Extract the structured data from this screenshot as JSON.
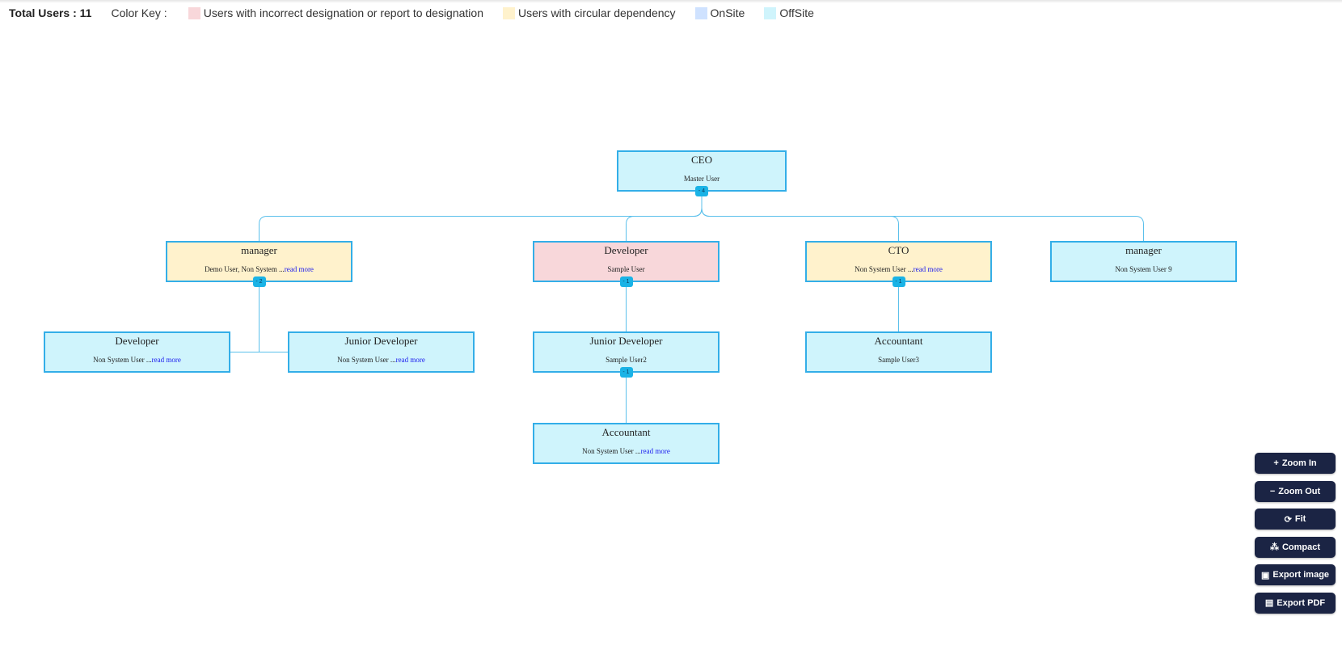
{
  "header": {
    "total_users": "Total Users : 11",
    "color_key_label": "Color Key :",
    "legend": [
      {
        "label": "Users with incorrect designation or report to designation",
        "color": "#f8d7da"
      },
      {
        "label": "Users with circular dependency",
        "color": "#fff2cc"
      },
      {
        "label": "OnSite",
        "color": "#cfe2ff"
      },
      {
        "label": "OffSite",
        "color": "#cff4fc"
      }
    ]
  },
  "colors": {
    "border": "#33aee8",
    "link": "#5bc0eb",
    "expand_button": "#1ab3e6",
    "control_button": "#1b2444"
  },
  "org_chart": {
    "nodes": [
      {
        "id": "ceo",
        "title": "CEO",
        "subtitle": "Master User",
        "read_more": "",
        "expand": "- 4",
        "status": "offsite"
      },
      {
        "id": "manager1",
        "title": "manager",
        "subtitle": "Demo User, Non System ...",
        "read_more": "read more",
        "expand": "- 2",
        "status": "circular"
      },
      {
        "id": "developer1",
        "title": "Developer",
        "subtitle": "Sample User",
        "read_more": "",
        "expand": "- 1",
        "status": "incorrect"
      },
      {
        "id": "cto",
        "title": "CTO",
        "subtitle": "Non System User ...",
        "read_more": "read more",
        "expand": "- 1",
        "status": "circular"
      },
      {
        "id": "manager2",
        "title": "manager",
        "subtitle": "Non System User 9",
        "read_more": "",
        "expand": "",
        "status": "offsite"
      },
      {
        "id": "developer2",
        "title": "Developer",
        "subtitle": "Non System User ...",
        "read_more": "read more",
        "expand": "",
        "status": "offsite"
      },
      {
        "id": "juniordev1",
        "title": "Junior Developer",
        "subtitle": "Non System User ...",
        "read_more": "read more",
        "expand": "",
        "status": "offsite"
      },
      {
        "id": "juniordev2",
        "title": "Junior Developer",
        "subtitle": "Sample User2",
        "read_more": "",
        "expand": "- 1",
        "status": "offsite"
      },
      {
        "id": "accountant1",
        "title": "Accountant",
        "subtitle": "Sample User3",
        "read_more": "",
        "expand": "",
        "status": "offsite"
      },
      {
        "id": "accountant2",
        "title": "Accountant",
        "subtitle": "Non System User ...",
        "read_more": "read more",
        "expand": "",
        "status": "offsite"
      }
    ],
    "links": [
      [
        "ceo",
        "manager1"
      ],
      [
        "ceo",
        "developer1"
      ],
      [
        "ceo",
        "cto"
      ],
      [
        "ceo",
        "manager2"
      ],
      [
        "manager1",
        "developer2"
      ],
      [
        "manager1",
        "juniordev1"
      ],
      [
        "developer1",
        "juniordev2"
      ],
      [
        "cto",
        "accountant1"
      ],
      [
        "juniordev2",
        "accountant2"
      ]
    ]
  },
  "controls": [
    {
      "label": "Zoom In",
      "icon": "plus-icon",
      "glyph": "+"
    },
    {
      "label": "Zoom Out",
      "icon": "minus-icon",
      "glyph": "−"
    },
    {
      "label": "Fit",
      "icon": "refresh-icon",
      "glyph": "⟳"
    },
    {
      "label": "Compact",
      "icon": "sitemap-icon",
      "glyph": "⁂"
    },
    {
      "label": "Export image",
      "icon": "image-icon",
      "glyph": "▣"
    },
    {
      "label": "Export PDF",
      "icon": "pdf-icon",
      "glyph": "▤"
    }
  ]
}
